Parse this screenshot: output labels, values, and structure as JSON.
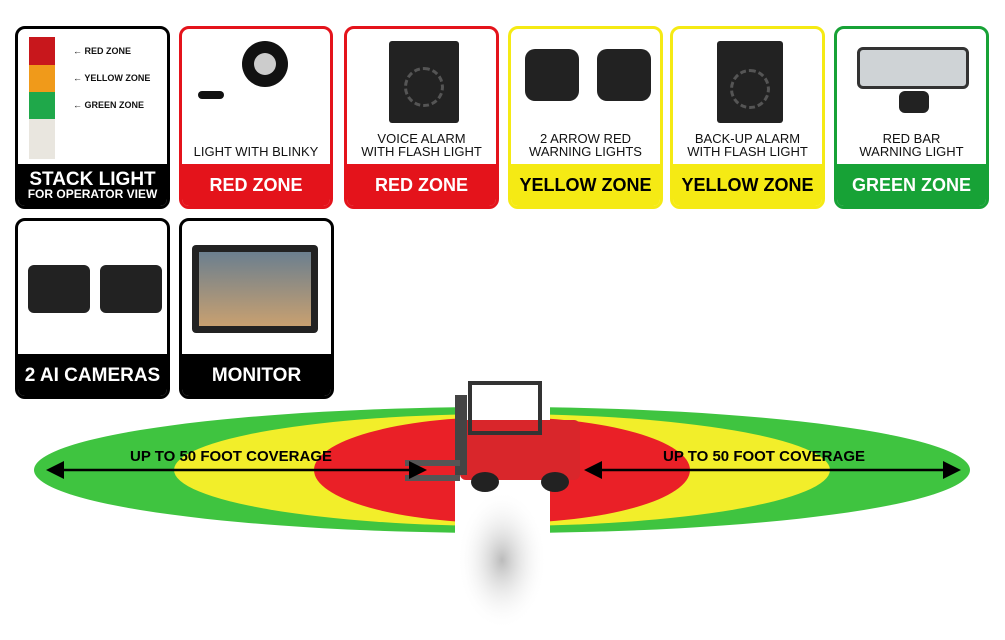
{
  "stack_light": {
    "labels": [
      "RED ZONE",
      "YELLOW ZONE",
      "GREEN ZONE"
    ],
    "title": "STACK LIGHT",
    "subtitle": "FOR OPERATOR VIEW"
  },
  "cards": [
    {
      "caption": "LIGHT WITH BLINKY",
      "zone": "RED ZONE"
    },
    {
      "caption_l1": "VOICE ALARM",
      "caption_l2": "WITH FLASH LIGHT",
      "zone": "RED ZONE"
    },
    {
      "caption_l1": "2 ARROW RED",
      "caption_l2": "WARNING  LIGHTS",
      "zone": "YELLOW ZONE"
    },
    {
      "caption_l1": "BACK-UP ALARM",
      "caption_l2": "WITH FLASH LIGHT",
      "zone": "YELLOW ZONE"
    },
    {
      "caption_l1": "RED BAR",
      "caption_l2": "WARNING LIGHT",
      "zone": "GREEN ZONE"
    }
  ],
  "row2": [
    {
      "label": "2 AI CAMERAS"
    },
    {
      "label": "MONITOR"
    }
  ],
  "coverage": {
    "left": "UP TO 50 FOOT COVERAGE",
    "right": "UP TO 50 FOOT COVERAGE"
  },
  "colors": {
    "red": "#e4131b",
    "yellow": "#f5ea14",
    "green": "#17a236"
  }
}
